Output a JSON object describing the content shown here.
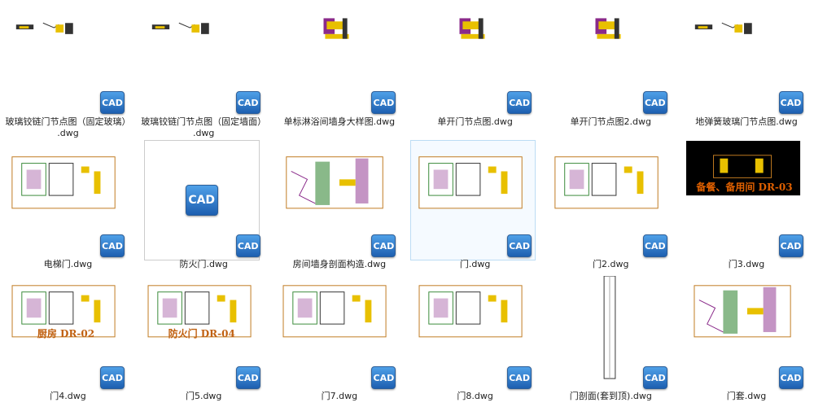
{
  "badge_text": "CAD",
  "accent": "#1d5fb0",
  "items": [
    {
      "name": "玻璃铰链门节点图（固定玻璃）",
      "ext": ".dwg",
      "thumb": "strip"
    },
    {
      "name": "玻璃铰链门节点图（固定墙面）",
      "ext": ".dwg",
      "thumb": "strip"
    },
    {
      "name": "单标淋浴间墙身大样图.dwg",
      "thumb": "small"
    },
    {
      "name": "单开门节点图.dwg",
      "thumb": "small"
    },
    {
      "name": "单开门节点图2.dwg",
      "thumb": "small"
    },
    {
      "name": "地弹簧玻璃门节点图.dwg",
      "thumb": "strip"
    },
    {
      "name": "电梯门.dwg",
      "thumb": "plan"
    },
    {
      "name": "防火门.dwg",
      "thumb": "icon"
    },
    {
      "name": "房间墙身剖面构造.dwg",
      "thumb": "section"
    },
    {
      "name": "门.dwg",
      "thumb": "plan",
      "selected": true
    },
    {
      "name": "门2.dwg",
      "thumb": "plan"
    },
    {
      "name": "门3.dwg",
      "thumb": "dark",
      "caption": "备餐、备用间 DR-03"
    },
    {
      "name": "门4.dwg",
      "thumb": "plan",
      "caption": "厨房 DR-02"
    },
    {
      "name": "门5.dwg",
      "thumb": "plan",
      "caption": "防火门 DR-04"
    },
    {
      "name": "门7.dwg",
      "thumb": "plan"
    },
    {
      "name": "门8.dwg",
      "thumb": "plan"
    },
    {
      "name": "门剖面(套到顶).dwg",
      "thumb": "tall"
    },
    {
      "name": "门套.dwg",
      "thumb": "section"
    }
  ]
}
